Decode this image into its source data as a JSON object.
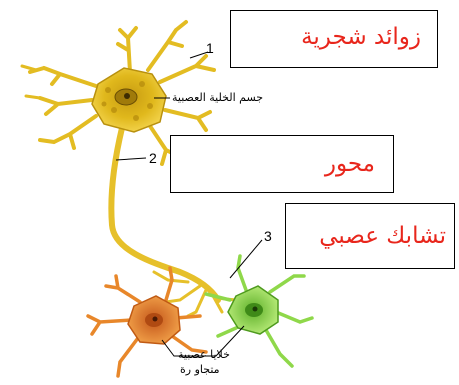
{
  "diagram": {
    "boxes": {
      "dendrites": "زوائد شجرية",
      "axon": "محور",
      "synapse": "تشابك عصبي"
    },
    "numbers": {
      "n1": "1",
      "n2": "2",
      "n3": "3"
    },
    "labels": {
      "cell_body": "جسم الخلية العصبية",
      "neighbors_line1": "خلايا عصبية",
      "neighbors_line2": "متجاو رة"
    },
    "colors": {
      "neuron_body": "#e0b81c",
      "neuron_dark": "#8a6a08",
      "axon": "#e6c02a",
      "orange_cell": "#e8872a",
      "green_cell": "#8fd84a",
      "label_text": "#e8261c"
    }
  }
}
